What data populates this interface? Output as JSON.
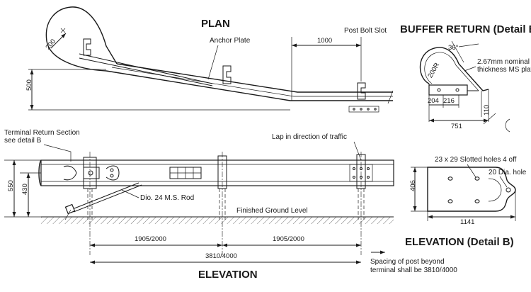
{
  "titles": {
    "plan": "PLAN",
    "elevation": "ELEVATION",
    "buffer_return": "BUFFER RETURN (Detail B)",
    "elevation_detail": "ELEVATION (Detail B)"
  },
  "labels": {
    "anchor_plate": "Anchor Plate",
    "post_bolt_slot": "Post Bolt Slot",
    "terminal_return_1": "Terminal Return Section",
    "terminal_return_2": "see detail B",
    "lap": "Lap in direction of traffic",
    "rod": "Dio. 24 M.S. Rod",
    "ground_level": "Finished Ground Level",
    "spacing_1": "Spacing of post beyond",
    "spacing_2": "terminal shall be 3810/4000",
    "plate_1": "2.67mm nominal",
    "plate_2": "thickness MS plate",
    "slotted_holes": "23 x 29 Slotted holes 4 off",
    "dia_hole": "20 Dia. hole"
  },
  "dimensions": {
    "plan_radius": "200",
    "plan_1000": "1000",
    "plan_500": "500",
    "elev_550": "550",
    "elev_430": "430",
    "span_left": "1905/2000",
    "span_right": "1905/2000",
    "span_total": "3810/4000",
    "detail_angle": "36°",
    "detail_radius": "200R",
    "detail_204": "204",
    "detail_216": "216",
    "detail_110": "110",
    "detail_751": "751",
    "detail_406": "406",
    "detail_1141": "1141"
  }
}
